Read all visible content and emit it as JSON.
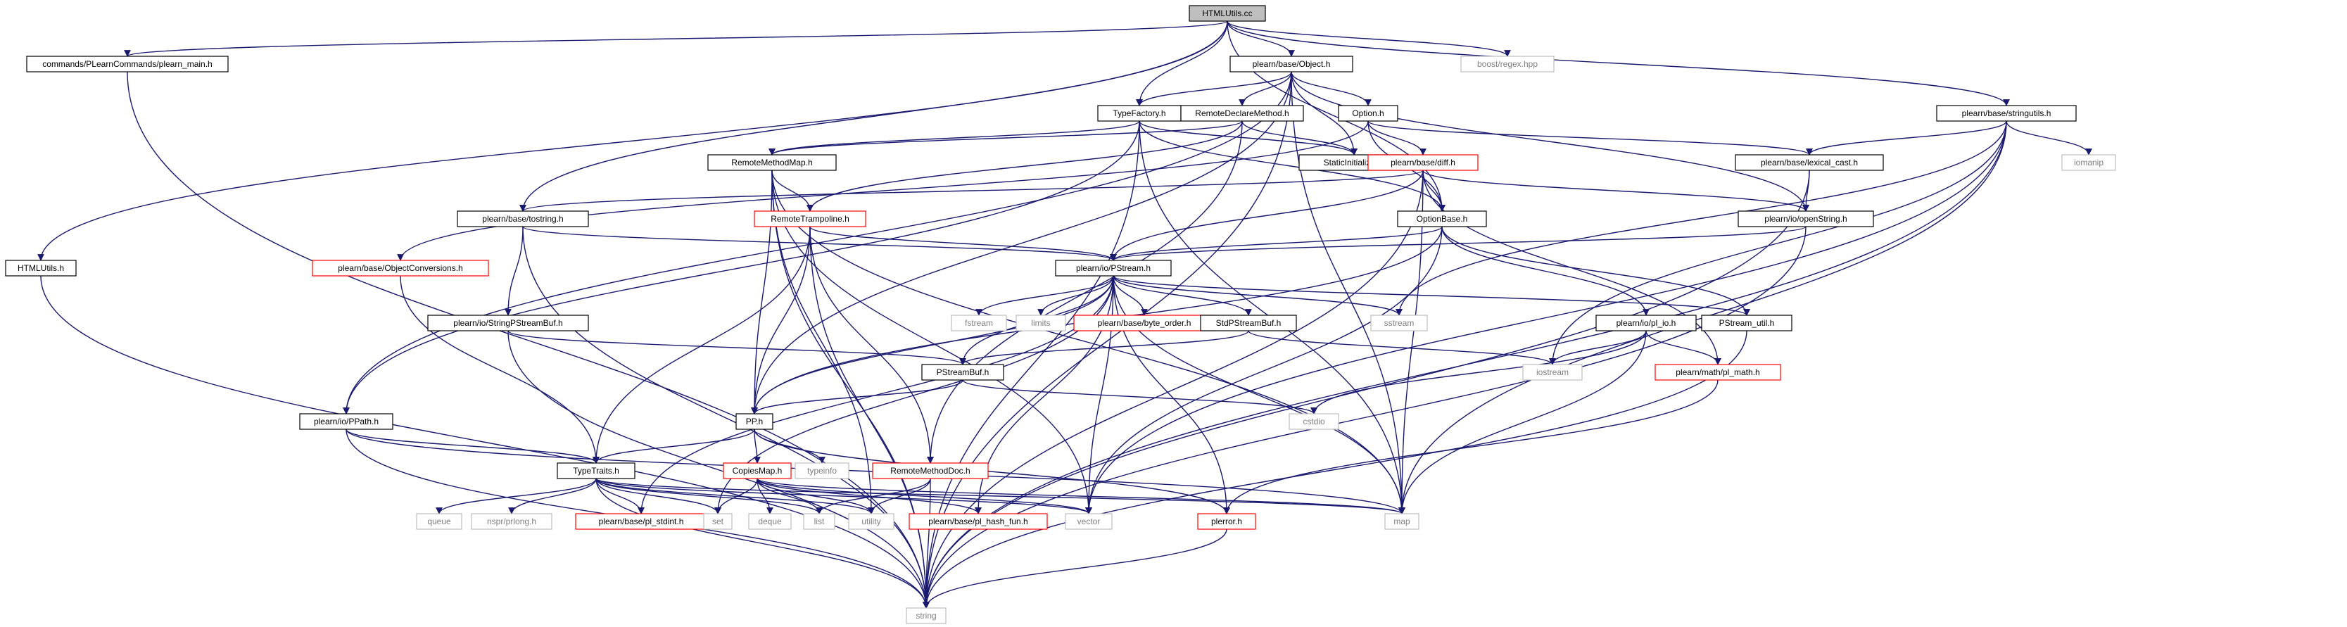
{
  "colors": {
    "edge": "#191970",
    "box_black": "#000000",
    "box_red": "#ff0000",
    "box_gray": "#bfbfbf",
    "root_fill": "#bfbfbf",
    "text_dark": "#000000",
    "text_gray": "#808080"
  },
  "nodes": [
    {
      "id": "htmlutils_cc",
      "label": "HTMLUtils.cc",
      "style": "root"
    },
    {
      "id": "pl_main",
      "label": "commands/PLearnCommands/plearn_main.h",
      "style": "black"
    },
    {
      "id": "object_h",
      "label": "plearn/base/Object.h",
      "style": "black"
    },
    {
      "id": "boost_regex",
      "label": "boost/regex.hpp",
      "style": "gray"
    },
    {
      "id": "typefactory",
      "label": "TypeFactory.h",
      "style": "black"
    },
    {
      "id": "remotedeclare",
      "label": "RemoteDeclareMethod.h",
      "style": "black"
    },
    {
      "id": "option_h",
      "label": "Option.h",
      "style": "black"
    },
    {
      "id": "stringutils",
      "label": "plearn/base/stringutils.h",
      "style": "black"
    },
    {
      "id": "remotemethodmap",
      "label": "RemoteMethodMap.h",
      "style": "black"
    },
    {
      "id": "staticinit",
      "label": "StaticInitializer.h",
      "style": "black"
    },
    {
      "id": "diff_h",
      "label": "plearn/base/diff.h",
      "style": "red"
    },
    {
      "id": "lexical_cast",
      "label": "plearn/base/lexical_cast.h",
      "style": "black"
    },
    {
      "id": "iomanip",
      "label": "iomanip",
      "style": "gray"
    },
    {
      "id": "htmlutils_h",
      "label": "HTMLUtils.h",
      "style": "black"
    },
    {
      "id": "tostring",
      "label": "plearn/base/tostring.h",
      "style": "black"
    },
    {
      "id": "remotetrampoline",
      "label": "RemoteTrampoline.h",
      "style": "red"
    },
    {
      "id": "optionbase",
      "label": "OptionBase.h",
      "style": "black"
    },
    {
      "id": "openstring",
      "label": "plearn/io/openString.h",
      "style": "black"
    },
    {
      "id": "objconv",
      "label": "plearn/base/ObjectConversions.h",
      "style": "red"
    },
    {
      "id": "pstream",
      "label": "plearn/io/PStream.h",
      "style": "black"
    },
    {
      "id": "fstream",
      "label": "fstream",
      "style": "gray"
    },
    {
      "id": "limits",
      "label": "limits",
      "style": "gray"
    },
    {
      "id": "byte_order",
      "label": "plearn/base/byte_order.h",
      "style": "red"
    },
    {
      "id": "stdpstreambuf",
      "label": "StdPStreamBuf.h",
      "style": "black"
    },
    {
      "id": "sstream",
      "label": "sstream",
      "style": "gray"
    },
    {
      "id": "pstream_util",
      "label": "PStream_util.h",
      "style": "black"
    },
    {
      "id": "stringpstreambuf",
      "label": "plearn/io/StringPStreamBuf.h",
      "style": "black"
    },
    {
      "id": "pl_io",
      "label": "plearn/io/pl_io.h",
      "style": "black"
    },
    {
      "id": "iostream",
      "label": "iostream",
      "style": "gray"
    },
    {
      "id": "pl_math",
      "label": "plearn/math/pl_math.h",
      "style": "red"
    },
    {
      "id": "pstreambuf",
      "label": "PStreamBuf.h",
      "style": "black"
    },
    {
      "id": "cstdio",
      "label": "cstdio",
      "style": "gray"
    },
    {
      "id": "ppath",
      "label": "plearn/io/PPath.h",
      "style": "black"
    },
    {
      "id": "pp_h",
      "label": "PP.h",
      "style": "black"
    },
    {
      "id": "typeinfo",
      "label": "typeinfo",
      "style": "gray"
    },
    {
      "id": "copiesmap",
      "label": "CopiesMap.h",
      "style": "red"
    },
    {
      "id": "remotemethoddoc",
      "label": "RemoteMethodDoc.h",
      "style": "red"
    },
    {
      "id": "typetraits",
      "label": "TypeTraits.h",
      "style": "black"
    },
    {
      "id": "queue",
      "label": "queue",
      "style": "gray"
    },
    {
      "id": "nspr",
      "label": "nspr/prlong.h",
      "style": "gray"
    },
    {
      "id": "pl_stdint",
      "label": "plearn/base/pl_stdint.h",
      "style": "red"
    },
    {
      "id": "set",
      "label": "set",
      "style": "gray"
    },
    {
      "id": "deque",
      "label": "deque",
      "style": "gray"
    },
    {
      "id": "list",
      "label": "list",
      "style": "gray"
    },
    {
      "id": "utility",
      "label": "utility",
      "style": "gray"
    },
    {
      "id": "pl_hash_fun",
      "label": "plearn/base/pl_hash_fun.h",
      "style": "red"
    },
    {
      "id": "vector",
      "label": "vector",
      "style": "gray"
    },
    {
      "id": "plerror",
      "label": "plerror.h",
      "style": "red"
    },
    {
      "id": "map",
      "label": "map",
      "style": "gray"
    },
    {
      "id": "string",
      "label": "string",
      "style": "gray"
    }
  ],
  "edges": [
    [
      "htmlutils_cc",
      "pl_main"
    ],
    [
      "htmlutils_cc",
      "object_h"
    ],
    [
      "htmlutils_cc",
      "boost_regex"
    ],
    [
      "htmlutils_cc",
      "typefactory"
    ],
    [
      "htmlutils_cc",
      "optionbase"
    ],
    [
      "htmlutils_cc",
      "stringutils"
    ],
    [
      "htmlutils_cc",
      "htmlutils_h"
    ],
    [
      "htmlutils_cc",
      "tostring"
    ],
    [
      "pl_main",
      "string"
    ],
    [
      "object_h",
      "typefactory"
    ],
    [
      "object_h",
      "remotedeclare"
    ],
    [
      "object_h",
      "option_h"
    ],
    [
      "object_h",
      "staticinit"
    ],
    [
      "object_h",
      "ppath"
    ],
    [
      "object_h",
      "pp_h"
    ],
    [
      "object_h",
      "openstring"
    ],
    [
      "object_h",
      "map"
    ],
    [
      "object_h",
      "string"
    ],
    [
      "typefactory",
      "remotemethodmap"
    ],
    [
      "typefactory",
      "staticinit"
    ],
    [
      "typefactory",
      "optionbase"
    ],
    [
      "typefactory",
      "map"
    ],
    [
      "typefactory",
      "string"
    ],
    [
      "typefactory",
      "ppath"
    ],
    [
      "remotedeclare",
      "remotemethodmap"
    ],
    [
      "remotedeclare",
      "remotetrampoline"
    ],
    [
      "remotedeclare",
      "remotemethoddoc"
    ],
    [
      "remotedeclare",
      "staticinit"
    ],
    [
      "option_h",
      "optionbase"
    ],
    [
      "option_h",
      "diff_h"
    ],
    [
      "option_h",
      "lexical_cast"
    ],
    [
      "option_h",
      "objconv"
    ],
    [
      "stringutils",
      "lexical_cast"
    ],
    [
      "stringutils",
      "iomanip"
    ],
    [
      "stringutils",
      "sstream"
    ],
    [
      "stringutils",
      "iostream"
    ],
    [
      "stringutils",
      "vector"
    ],
    [
      "stringutils",
      "map"
    ],
    [
      "stringutils",
      "string"
    ],
    [
      "remotemethodmap",
      "remotetrampoline"
    ],
    [
      "remotemethodmap",
      "pp_h"
    ],
    [
      "remotemethodmap",
      "map"
    ],
    [
      "remotemethodmap",
      "vector"
    ],
    [
      "remotemethodmap",
      "string"
    ],
    [
      "remotemethodmap",
      "utility"
    ],
    [
      "diff_h",
      "optionbase"
    ],
    [
      "diff_h",
      "openstring"
    ],
    [
      "diff_h",
      "pstream"
    ],
    [
      "diff_h",
      "tostring"
    ],
    [
      "diff_h",
      "pl_math"
    ],
    [
      "diff_h",
      "map"
    ],
    [
      "diff_h",
      "string"
    ],
    [
      "lexical_cast",
      "openstring"
    ],
    [
      "lexical_cast",
      "string"
    ],
    [
      "htmlutils_h",
      "string"
    ],
    [
      "tostring",
      "pstream"
    ],
    [
      "tostring",
      "stringpstreambuf"
    ],
    [
      "tostring",
      "string"
    ],
    [
      "remotetrampoline",
      "pstream"
    ],
    [
      "remotetrampoline",
      "pp_h"
    ],
    [
      "remotetrampoline",
      "typetraits"
    ],
    [
      "remotetrampoline",
      "remotemethoddoc"
    ],
    [
      "remotetrampoline",
      "string"
    ],
    [
      "optionbase",
      "pstream"
    ],
    [
      "optionbase",
      "pp_h"
    ],
    [
      "optionbase",
      "pstream_util"
    ],
    [
      "optionbase",
      "pl_io"
    ],
    [
      "optionbase",
      "vector"
    ],
    [
      "openstring",
      "pstream"
    ],
    [
      "openstring",
      "string"
    ],
    [
      "objconv",
      "typetraits"
    ],
    [
      "pstream",
      "fstream"
    ],
    [
      "pstream",
      "limits"
    ],
    [
      "pstream",
      "byte_order"
    ],
    [
      "pstream",
      "stdpstreambuf"
    ],
    [
      "pstream",
      "sstream"
    ],
    [
      "pstream",
      "pstream_util"
    ],
    [
      "pstream",
      "pstreambuf"
    ],
    [
      "pstream",
      "pp_h"
    ],
    [
      "pstream",
      "pl_stdint"
    ],
    [
      "pstream",
      "pl_hash_fun"
    ],
    [
      "pstream",
      "set"
    ],
    [
      "pstream",
      "map"
    ],
    [
      "pstream",
      "plerror"
    ],
    [
      "pstream",
      "vector"
    ],
    [
      "stdpstreambuf",
      "pstreambuf"
    ],
    [
      "stdpstreambuf",
      "iostream"
    ],
    [
      "pstream_util",
      "string"
    ],
    [
      "stringpstreambuf",
      "pstreambuf"
    ],
    [
      "stringpstreambuf",
      "string"
    ],
    [
      "pl_io",
      "iostream"
    ],
    [
      "pl_io",
      "cstdio"
    ],
    [
      "pl_io",
      "pl_math"
    ],
    [
      "pl_io",
      "map"
    ],
    [
      "pl_math",
      "plerror"
    ],
    [
      "pstreambuf",
      "pp_h"
    ],
    [
      "pstreambuf",
      "cstdio"
    ],
    [
      "ppath",
      "typetraits"
    ],
    [
      "ppath",
      "string"
    ],
    [
      "ppath",
      "map"
    ],
    [
      "pp_h",
      "typetraits"
    ],
    [
      "pp_h",
      "typeinfo"
    ],
    [
      "pp_h",
      "copiesmap"
    ],
    [
      "pp_h",
      "plerror"
    ],
    [
      "copiesmap",
      "map"
    ],
    [
      "copiesmap",
      "set"
    ],
    [
      "copiesmap",
      "deque"
    ],
    [
      "copiesmap",
      "list"
    ],
    [
      "copiesmap",
      "utility"
    ],
    [
      "copiesmap",
      "pl_hash_fun"
    ],
    [
      "copiesmap",
      "vector"
    ],
    [
      "remotemethoddoc",
      "list"
    ],
    [
      "remotemethoddoc",
      "utility"
    ],
    [
      "remotemethoddoc",
      "string"
    ],
    [
      "typetraits",
      "queue"
    ],
    [
      "typetraits",
      "nspr"
    ],
    [
      "typetraits",
      "pl_stdint"
    ],
    [
      "typetraits",
      "set"
    ],
    [
      "typetraits",
      "list"
    ],
    [
      "typetraits",
      "vector"
    ],
    [
      "typetraits",
      "map"
    ],
    [
      "typetraits",
      "string"
    ],
    [
      "typetraits",
      "utility"
    ],
    [
      "plerror",
      "string"
    ]
  ]
}
